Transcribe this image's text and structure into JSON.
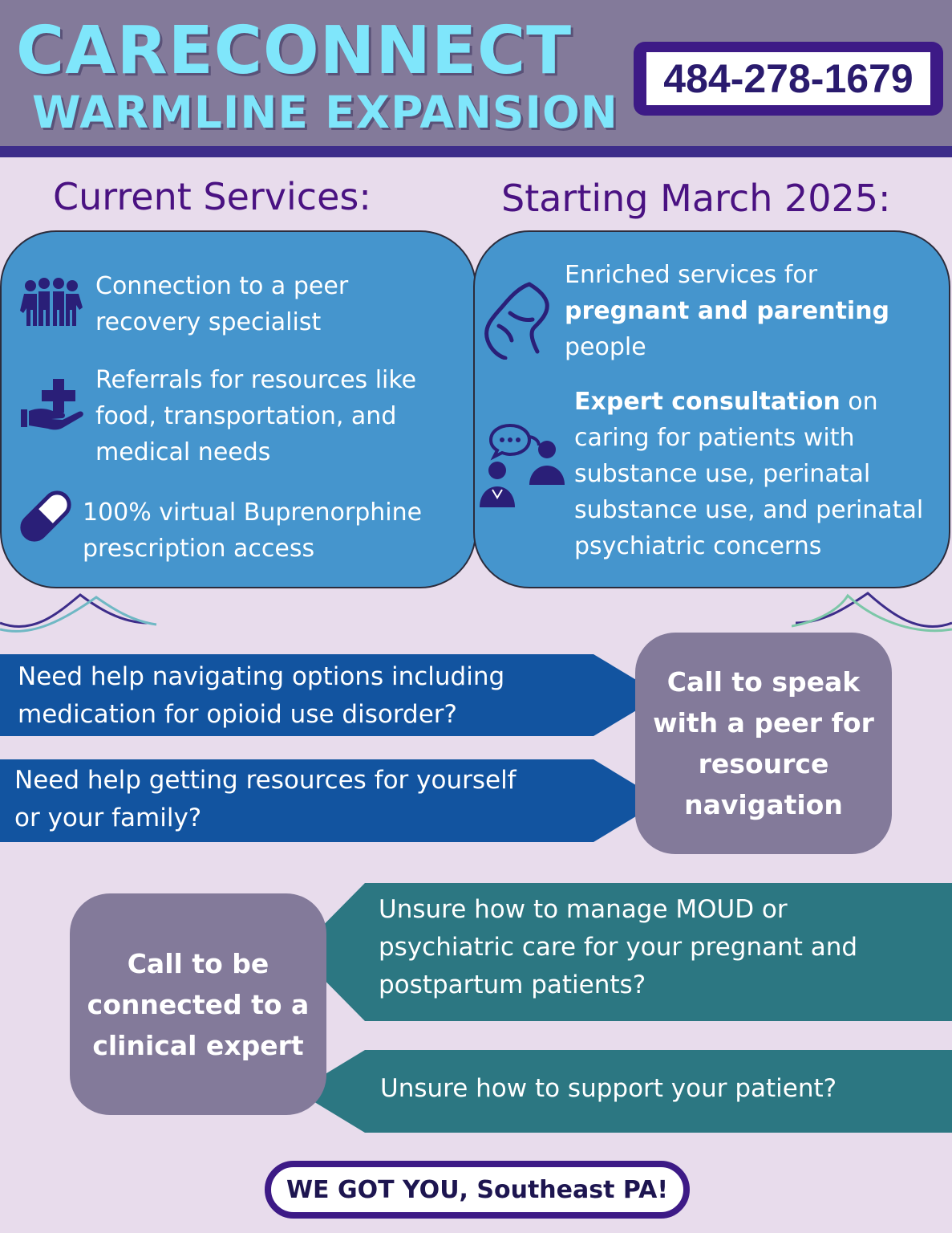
{
  "header": {
    "title": "CARECONNECT",
    "subtitle": "WARMLINE EXPANSION",
    "phone": "484-278-1679"
  },
  "current": {
    "heading": "Current Services:",
    "items": [
      {
        "icon": "group-people-icon",
        "lines": [
          "Connection to a peer",
          "recovery specialist"
        ]
      },
      {
        "icon": "hand-medical-cross-icon",
        "lines": [
          "Referrals for resources like",
          "food, transportation, and",
          "medical needs"
        ]
      },
      {
        "icon": "capsule-pill-icon",
        "lines": [
          "100% virtual Buprenorphine",
          "prescription access"
        ]
      }
    ]
  },
  "upcoming": {
    "heading": "Starting March 2025:",
    "item1": {
      "icon": "pregnant-person-icon",
      "line1": "Enriched services for",
      "line2_bold": "pregnant and parenting",
      "line3": "people"
    },
    "item2": {
      "icon": "doctor-consult-chat-icon",
      "line1_bold": "Expert consultation",
      "line1_rest": " on",
      "lines": [
        "caring for patients with",
        "substance use, perinatal",
        "substance use, and perinatal",
        "psychiatric concerns"
      ]
    }
  },
  "peer": {
    "q1": [
      "Need help navigating options including",
      "medication for opioid use disorder?"
    ],
    "q2": [
      "Need help getting resources for yourself",
      "or your family?"
    ],
    "call": [
      "Call to speak",
      "with a peer for",
      "resource",
      "navigation"
    ]
  },
  "expert": {
    "q1": [
      "Unsure how to manage MOUD or",
      "psychiatric care for your pregnant and",
      "postpartum patients?"
    ],
    "q2": "Unsure how to support your patient?",
    "call": [
      "Call to be",
      "connected to a",
      "clinical expert"
    ]
  },
  "footer": "WE GOT YOU, Southeast PA!",
  "colors": {
    "background": "#e8dcec",
    "header": "#837a9a",
    "title": "#7fe6fb",
    "panel_blue": "#4595cd",
    "arrow_blue": "#1254a0",
    "arrow_teal": "#2c7782",
    "deep_purple": "#3d1a86"
  }
}
